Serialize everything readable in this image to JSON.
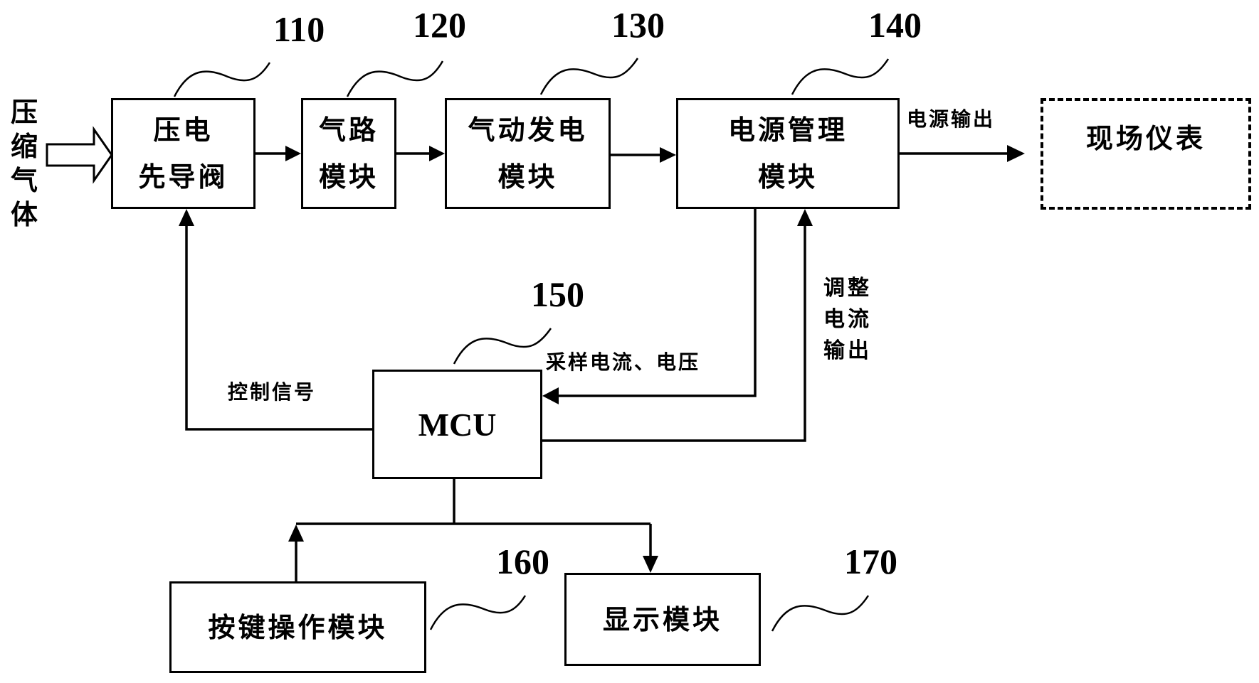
{
  "input_label": "压缩气体",
  "blocks": {
    "piezo_valve": {
      "ref": "110",
      "label": "压电\n先导阀"
    },
    "air_path": {
      "ref": "120",
      "label": "气路\n模块"
    },
    "pneumatic_generator": {
      "ref": "130",
      "label": "气动发电\n模块"
    },
    "power_management": {
      "ref": "140",
      "label": "电源管理\n模块"
    },
    "mcu": {
      "ref": "150",
      "label": "MCU"
    },
    "key_operation": {
      "ref": "160",
      "label": "按键操作模块"
    },
    "display": {
      "ref": "170",
      "label": "显示模块"
    },
    "field_instrument": {
      "label": "现场仪表"
    }
  },
  "edge_labels": {
    "power_output": "电源输出",
    "control_signal": "控制信号",
    "sampling": "采样电流、电压",
    "adjust_current": "调整电流输出"
  }
}
